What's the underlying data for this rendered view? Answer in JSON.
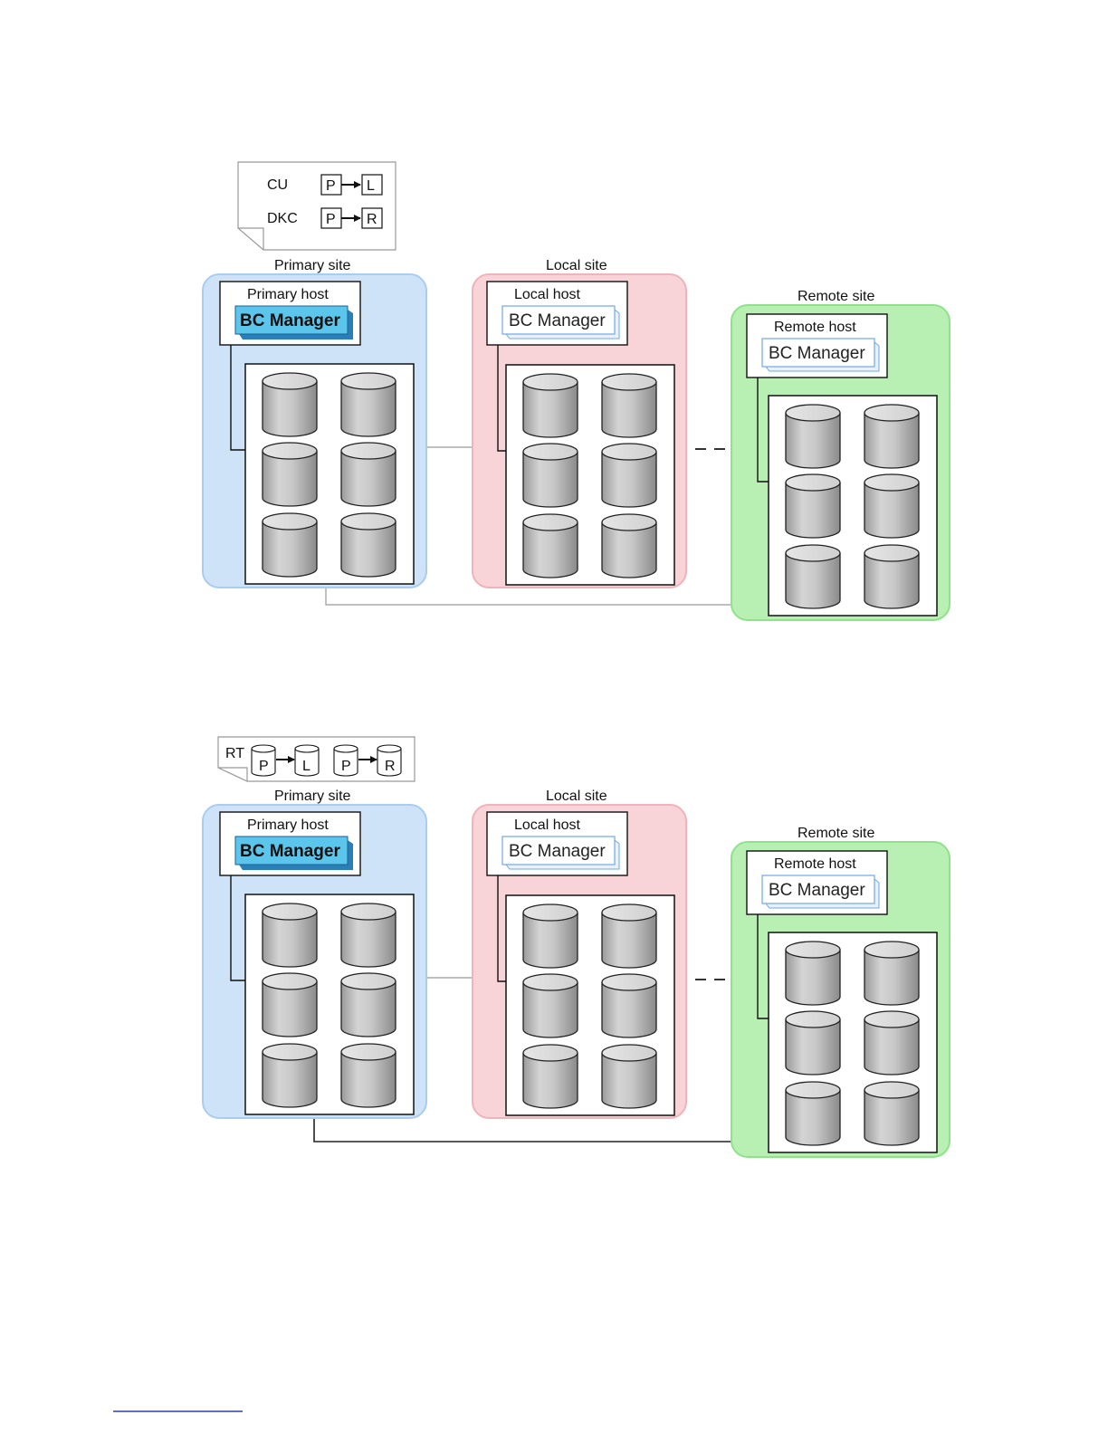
{
  "colors": {
    "primary_site_fill": "#cfe3f8",
    "primary_site_stroke": "#a9cdef",
    "local_site_fill": "#f8d3d7",
    "local_site_stroke": "#efb3ba",
    "remote_site_fill": "#b8f0b4",
    "remote_site_stroke": "#8fe28a",
    "bc_active_fill": "#5cc5ec",
    "bc_active_shadow": "#2a7fb8",
    "bc_idle_stroke": "#6fa8e6"
  },
  "diagrams": [
    {
      "legend": {
        "type": "cu_dkc",
        "rows": [
          {
            "label": "CU",
            "from": "P",
            "to": "L"
          },
          {
            "label": "DKC",
            "from": "P",
            "to": "R"
          }
        ]
      },
      "sites": {
        "primary": {
          "site_label": "Primary site",
          "host_label": "Primary host",
          "bc_label": "BC Manager"
        },
        "local": {
          "site_label": "Local site",
          "host_label": "Local host",
          "bc_label": "BC Manager"
        },
        "remote": {
          "site_label": "Remote site",
          "host_label": "Remote host",
          "bc_label": "BC Manager"
        }
      }
    },
    {
      "legend": {
        "type": "rt",
        "label": "RT",
        "pairs": [
          {
            "from": "P",
            "to": "L"
          },
          {
            "from": "P",
            "to": "R"
          }
        ]
      },
      "sites": {
        "primary": {
          "site_label": "Primary site",
          "host_label": "Primary host",
          "bc_label": "BC Manager"
        },
        "local": {
          "site_label": "Local site",
          "host_label": "Local host",
          "bc_label": "BC Manager"
        },
        "remote": {
          "site_label": "Remote site",
          "host_label": "Remote host",
          "bc_label": "BC Manager"
        }
      }
    }
  ]
}
